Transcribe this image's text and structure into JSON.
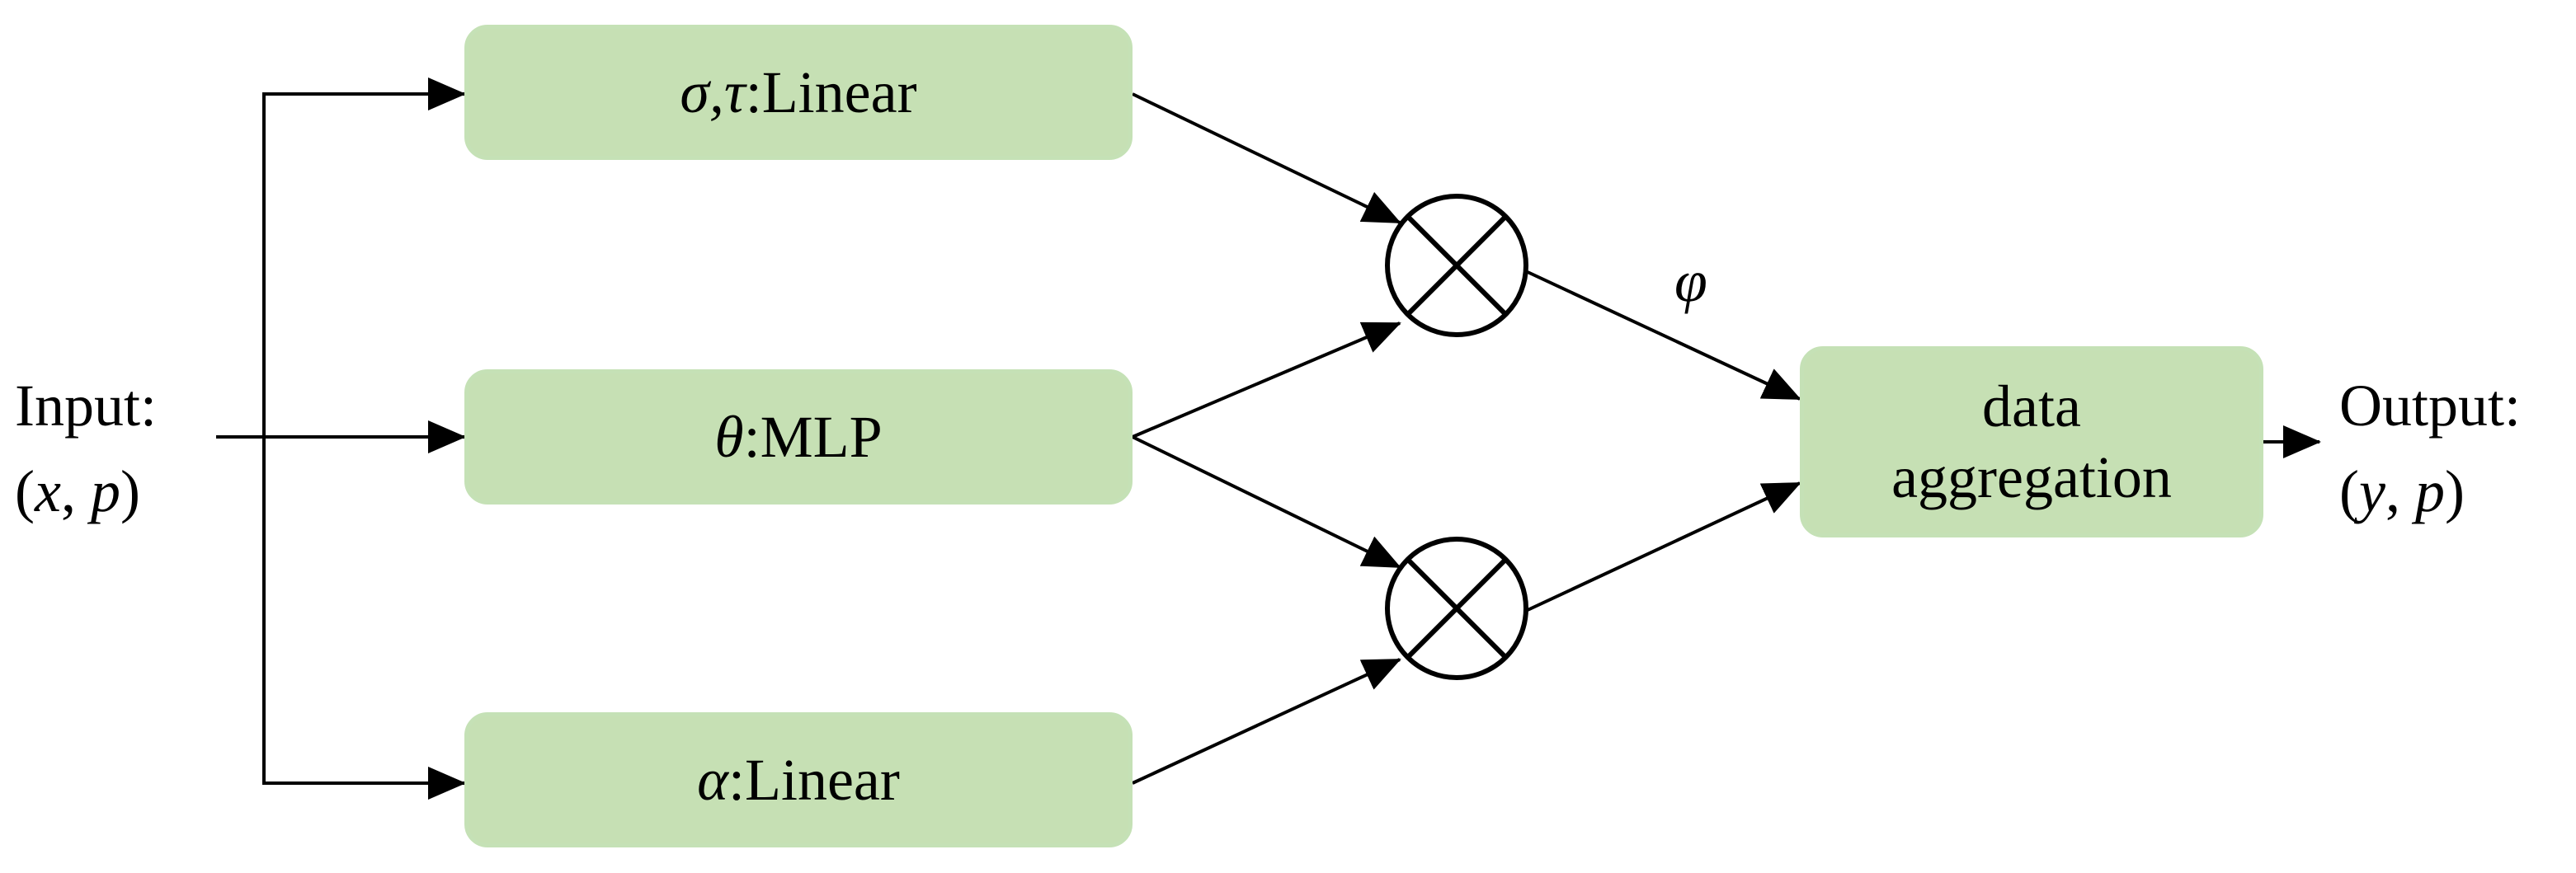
{
  "input": {
    "line1": "Input:",
    "open": "(",
    "x": "x",
    "sep": ", ",
    "p": "p",
    "close": ")"
  },
  "output": {
    "line1": "Output:",
    "open": "(",
    "y": "y",
    "sep": ", ",
    "p": "p",
    "close": ")"
  },
  "boxes": {
    "sigma_tau": {
      "symbol": "σ,τ",
      "text": ":Linear"
    },
    "theta": {
      "symbol": "θ",
      "text": ":MLP"
    },
    "alpha": {
      "symbol": "α",
      "text": ":Linear"
    },
    "aggregation": {
      "line1": "data",
      "line2": "aggregation"
    }
  },
  "edge_labels": {
    "phi": "φ"
  },
  "colors": {
    "box_fill": "#c6e0b4",
    "box_border": "#c5e1b6",
    "line": "#000000"
  },
  "icons": {
    "multiply_top": "circled-times-icon",
    "multiply_bottom": "circled-times-icon"
  }
}
